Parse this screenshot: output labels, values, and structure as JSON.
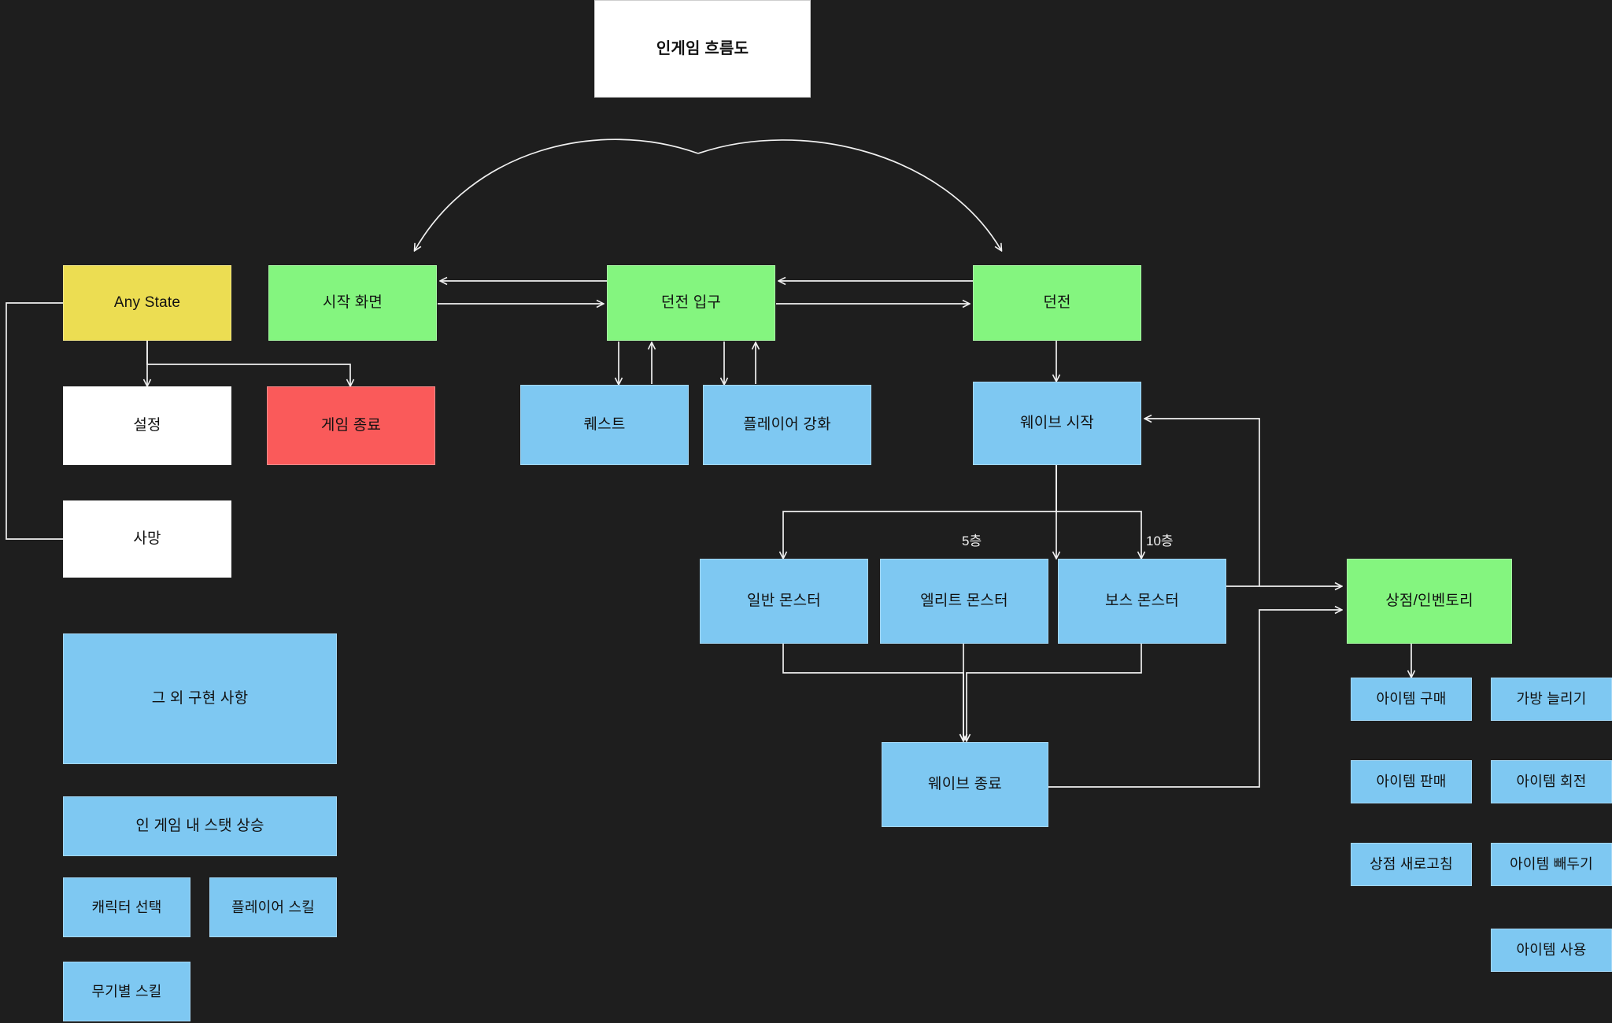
{
  "diagram": {
    "title": "인게임 흐름도",
    "background_color": "#1e1e1e",
    "edge_color": "#f0f0f0",
    "palette": {
      "white": "#ffffff",
      "yellow": "#ecdd52",
      "green": "#84f57f",
      "blue": "#7ec8f2",
      "red": "#fa5a5a"
    }
  },
  "nodes": {
    "title": "인게임 흐름도",
    "any_state": "Any State",
    "start_screen": "시작 화면",
    "dungeon_entrance": "던전 입구",
    "dungeon": "던전",
    "settings": "설정",
    "game_exit": "게임 종료",
    "quest": "퀘스트",
    "player_upgrade": "플레이어 강화",
    "wave_start": "웨이브 시작",
    "death": "사망",
    "normal_monster": "일반 몬스터",
    "elite_monster": "엘리트 몬스터",
    "boss_monster": "보스 몬스터",
    "wave_end": "웨이브 종료",
    "shop_inventory": "상점/인벤토리",
    "item_buy": "아이템 구매",
    "bag_expand": "가방 늘리기",
    "item_sell": "아이템 판매",
    "item_rotate": "아이템 회전",
    "shop_refresh": "상점 새로고침",
    "item_store": "아이템 빼두기",
    "item_use": "아이템 사용",
    "other_features": "그 외 구현 사항",
    "ingame_stat_up": "인 게임 내 스탯 상승",
    "character_select": "캐릭터 선택",
    "player_skill": "플레이어 스킬",
    "weapon_skill": "무기별 스킬"
  },
  "edge_labels": {
    "floor_5": "5층",
    "floor_10": "10층"
  }
}
